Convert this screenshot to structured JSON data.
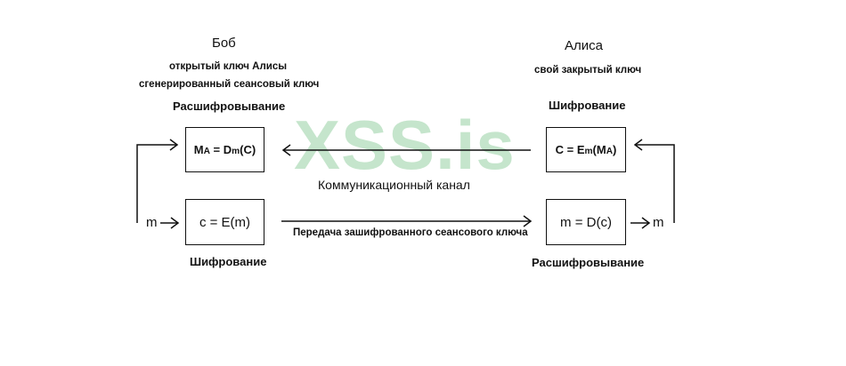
{
  "watermark": {
    "text": "XSS.is",
    "color": "#bfe3c7"
  },
  "bob": {
    "name": "Боб",
    "notes": [
      "открытый ключ Алисы",
      "сгенерированный сеансовый ключ"
    ],
    "decrypt_label": "Расшифровывание",
    "decrypt_box": {
      "lhs_main": "M",
      "lhs_sub": "A",
      "eq": " = ",
      "fn": "D",
      "fn_sub": "m",
      "arg": "(C)"
    },
    "encrypt_box": {
      "formula": "c = E(m)"
    },
    "encrypt_label": "Шифрование",
    "input_label": "m"
  },
  "alice": {
    "name": "Алиса",
    "notes": [
      "свой закрытый ключ"
    ],
    "encrypt_label": "Шифрование",
    "encrypt_box": {
      "lhs": "C",
      "eq": " = ",
      "fn": "E",
      "fn_sub": "m",
      "arg_open": "(",
      "arg_main": "M",
      "arg_sub": "A",
      "arg_close": ")"
    },
    "decrypt_box": {
      "formula": "m = D(c)"
    },
    "decrypt_label": "Расшифровывание",
    "output_label": "m"
  },
  "channel": {
    "label": "Коммуникационный канал",
    "transfer_label": "Передача зашифрованного сеансового ключа"
  },
  "colors": {
    "line": "#111111",
    "background": "#ffffff"
  }
}
